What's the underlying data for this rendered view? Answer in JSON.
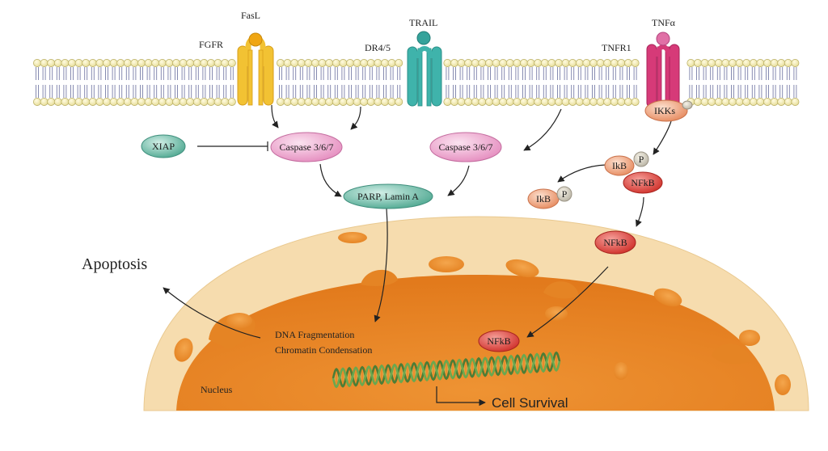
{
  "receptors": {
    "fasl": "FasL",
    "fgfr": "FGFR",
    "trail": "TRAIL",
    "dr45": "DR4/5",
    "tnfa": "TNFα",
    "tnfr1": "TNFR1"
  },
  "molecules": {
    "xiap": "XIAP",
    "caspase_left": "Caspase 3/6/7",
    "caspase_right": "Caspase 3/6/7",
    "parp": "PARP,  Lamin A",
    "ikks": "IKKs",
    "ikb_bound": "IkB",
    "p_bound": "P",
    "nfkb_bound": "NFkB",
    "ikb_free": "IkB",
    "p_free": "P",
    "nfkb_free": "NFkB",
    "nfkb_nucleus": "NFkB"
  },
  "labels": {
    "apoptosis": "Apoptosis",
    "dna_frag": "DNA Fragmentation",
    "chromatin": "Chromatin Condensation",
    "nucleus": "Nucleus",
    "survival": "Cell Survival"
  },
  "colors": {
    "fas_receptor": "#f2c233",
    "trail_receptor": "#3fb3ab",
    "tnf_receptor": "#d63a78",
    "caspase": "#f0b6d6",
    "xiap": "#7cc7b4",
    "nfkb": "#e0453b",
    "ikb": "#f3a27c",
    "nucleus": "#e98a2a",
    "cytoplasm": "#f6dcae"
  }
}
